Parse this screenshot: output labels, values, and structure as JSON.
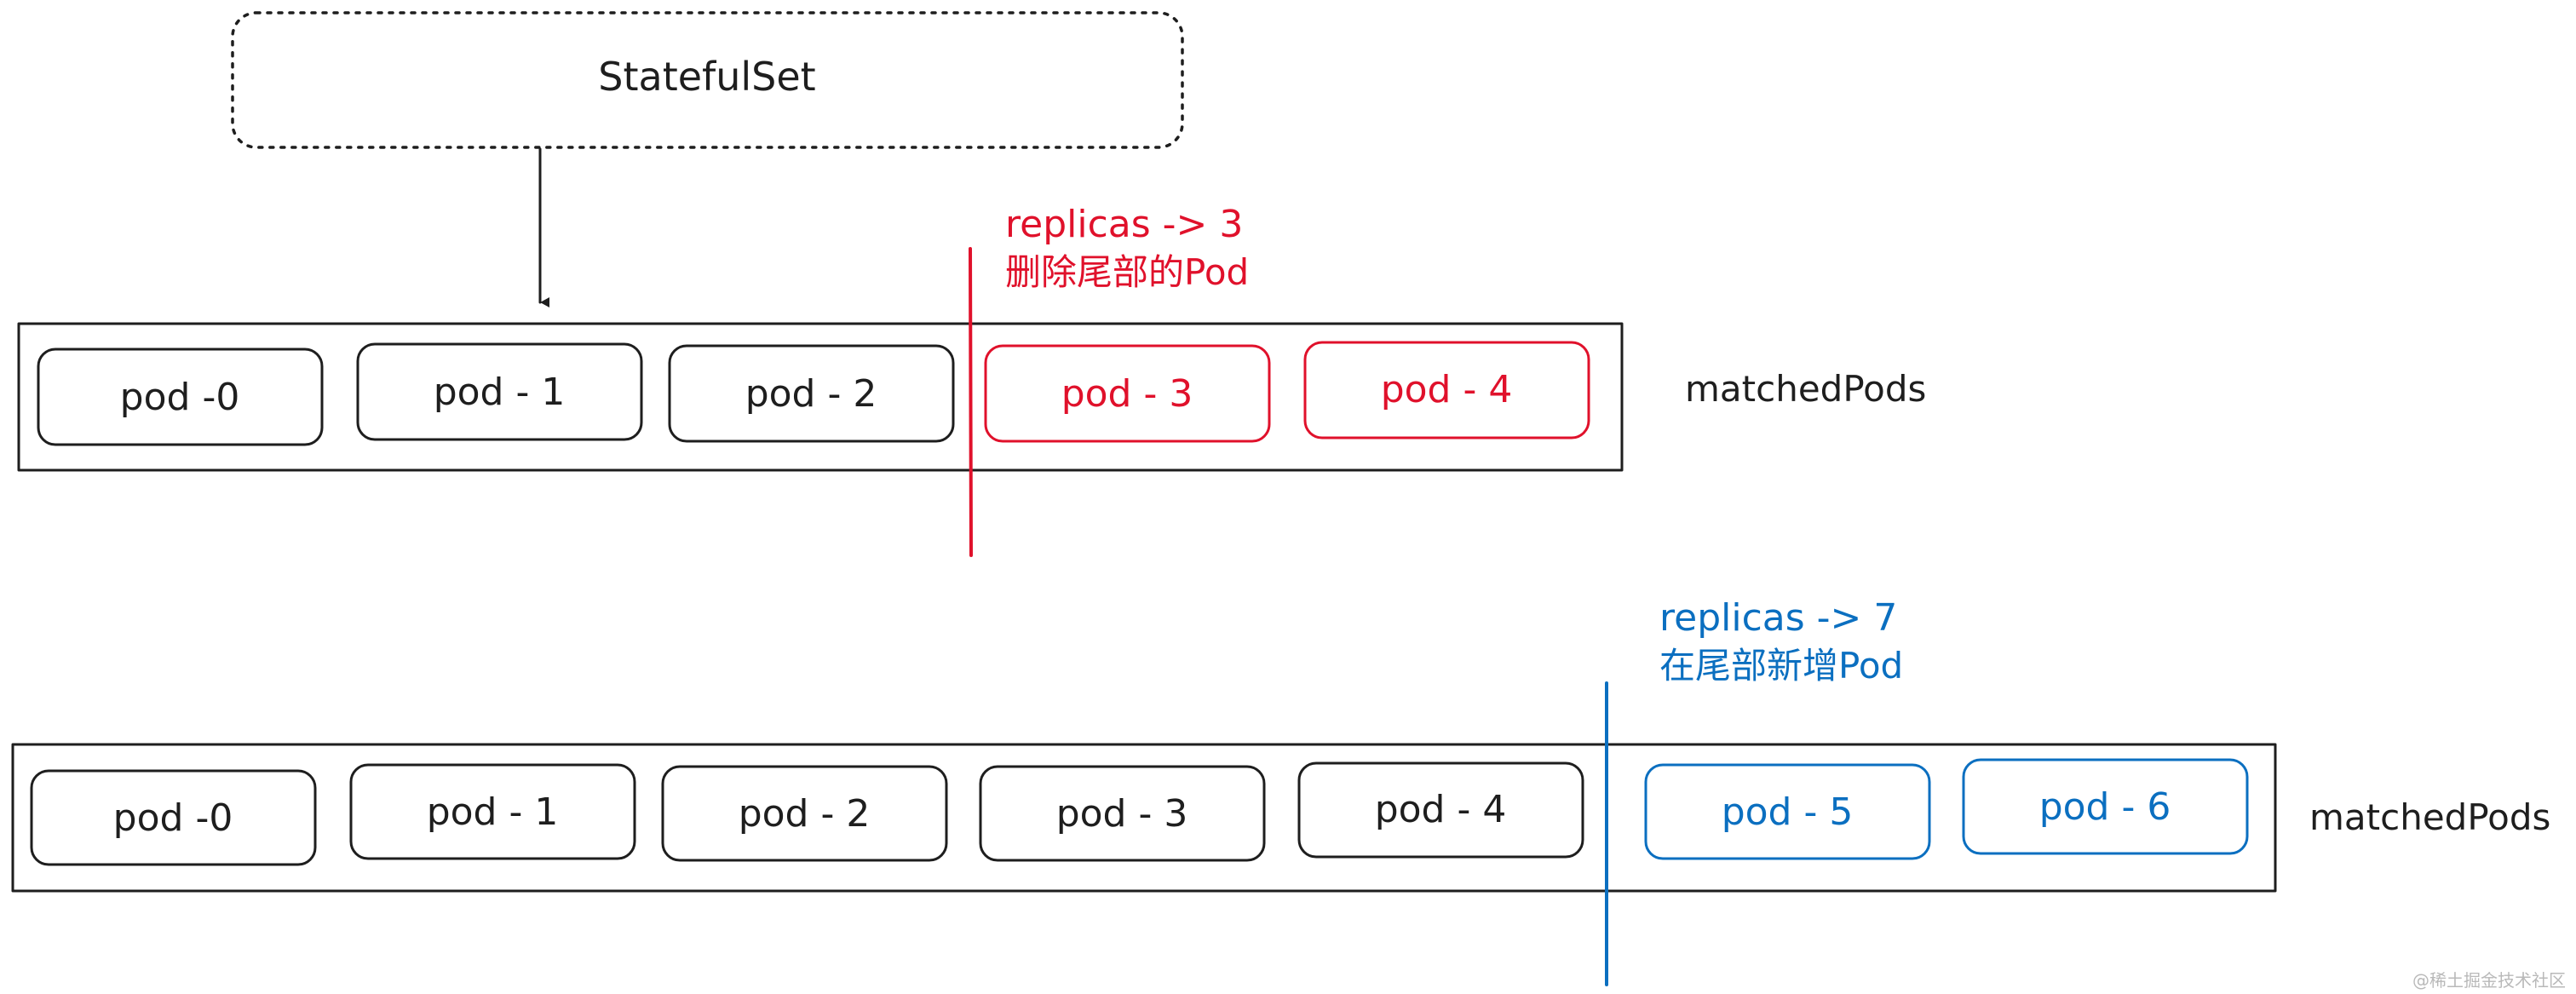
{
  "statefulset": {
    "label": "StatefulSet"
  },
  "colors": {
    "ink": "#1e1e1e",
    "red": "#e0112b",
    "blue": "#0b6fc0",
    "watermark": "#b9b9b9"
  },
  "top_row": {
    "pods": [
      {
        "label": "pod -0",
        "color": "ink"
      },
      {
        "label": "pod - 1",
        "color": "ink"
      },
      {
        "label": "pod - 2",
        "color": "ink"
      },
      {
        "label": "pod - 3",
        "color": "red"
      },
      {
        "label": "pod - 4",
        "color": "red"
      }
    ],
    "group_label": "matchedPods",
    "annotation": {
      "line1": "replicas -> 3",
      "line2": "删除尾部的Pod",
      "color": "red"
    }
  },
  "bottom_row": {
    "pods": [
      {
        "label": "pod -0",
        "color": "ink"
      },
      {
        "label": "pod - 1",
        "color": "ink"
      },
      {
        "label": "pod - 2",
        "color": "ink"
      },
      {
        "label": "pod - 3",
        "color": "ink"
      },
      {
        "label": "pod - 4",
        "color": "ink"
      },
      {
        "label": "pod - 5",
        "color": "blue"
      },
      {
        "label": "pod - 6",
        "color": "blue"
      }
    ],
    "group_label": "matchedPods",
    "annotation": {
      "line1": "replicas -> 7",
      "line2": "在尾部新增Pod",
      "color": "blue"
    }
  },
  "watermark": "@稀土掘金技术社区"
}
